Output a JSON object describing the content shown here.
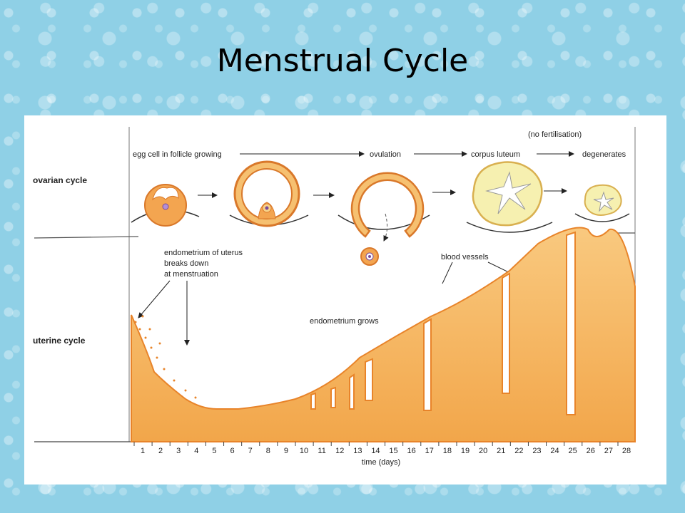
{
  "title": "Menstrual Cycle",
  "labels": {
    "ovarian_cycle": "ovarian cycle",
    "uterine_cycle": "uterine cycle",
    "egg_cell": "egg cell in follicle growing",
    "ovulation": "ovulation",
    "corpus_luteum": "corpus luteum",
    "no_fertilisation": "(no fertilisation)",
    "degenerates": "degenerates",
    "endometrium_breaks_1": "endometrium of uterus",
    "endometrium_breaks_2": "breaks down",
    "endometrium_breaks_3": "at menstruation",
    "blood_vessels": "blood vessels",
    "endometrium_grows": "endometrium grows",
    "time_axis": "time (days)"
  },
  "days": [
    "1",
    "2",
    "3",
    "4",
    "5",
    "6",
    "7",
    "8",
    "9",
    "10",
    "11",
    "12",
    "13",
    "14",
    "15",
    "16",
    "17",
    "18",
    "19",
    "20",
    "21",
    "22",
    "23",
    "24",
    "25",
    "26",
    "27",
    "28"
  ],
  "colors": {
    "tissue": "#f5b35a",
    "tissue_dark": "#e8842a",
    "follicle": "#f6c070",
    "corpus": "#f6f0b0",
    "background": "#8fd0e6"
  }
}
